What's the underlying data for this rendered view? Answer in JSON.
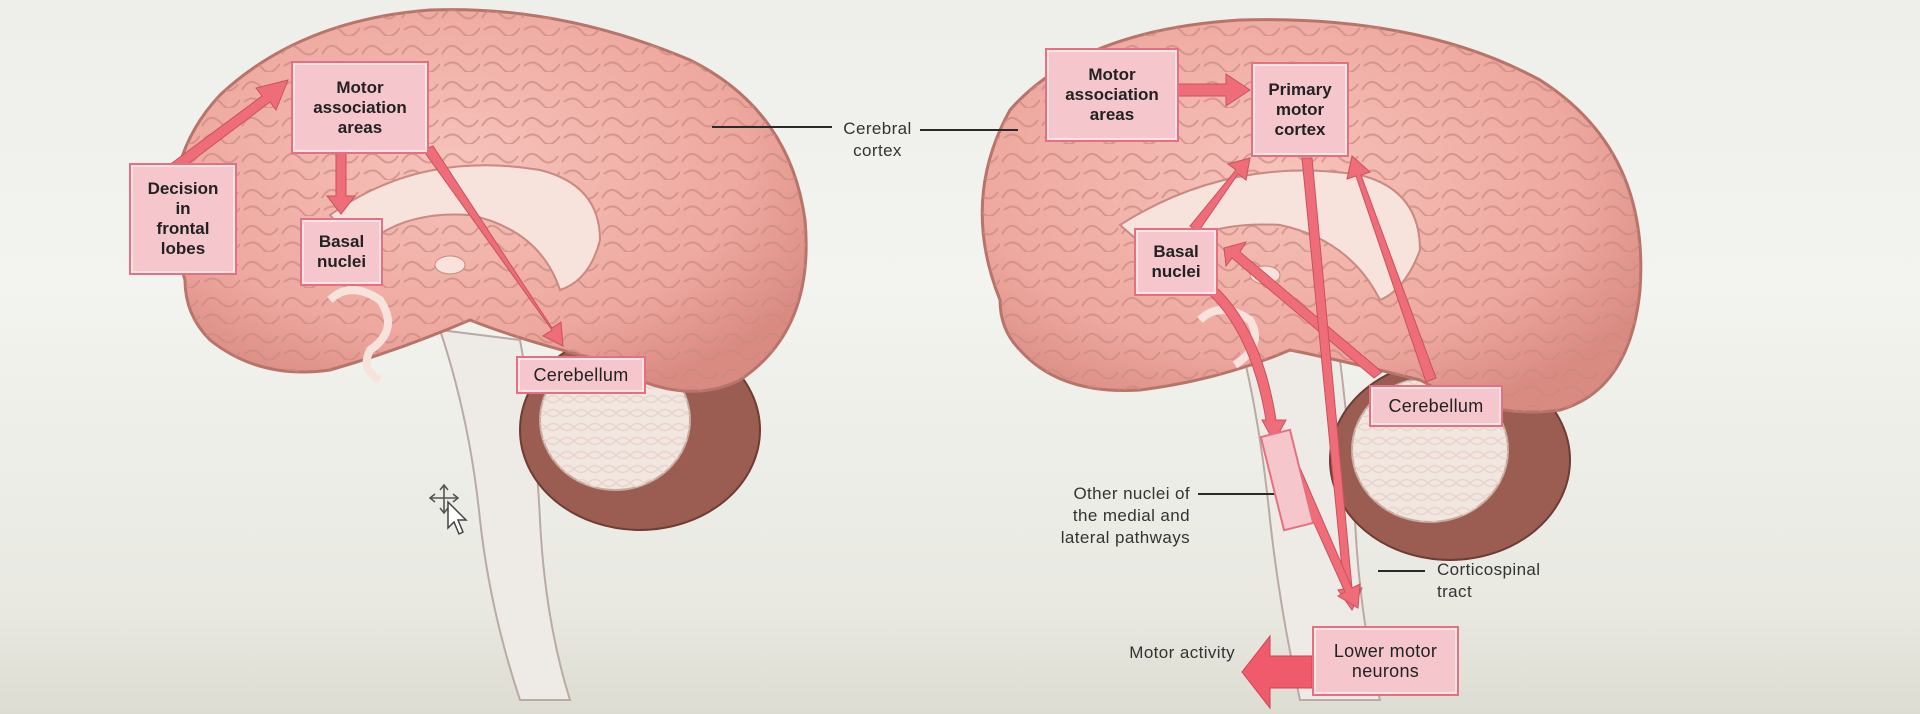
{
  "colors": {
    "arrow": "#ee6d79",
    "box_fill": "#f6c6cd",
    "box_border": "#e6707f",
    "brain": "#f1b3ab",
    "brain_dark": "#c07a70",
    "cerebellum": "#9a5a50"
  },
  "left": {
    "decision": [
      "Decision",
      "in",
      "frontal",
      "lobes"
    ],
    "motor_assoc": [
      "Motor",
      "association",
      "areas"
    ],
    "basal": [
      "Basal",
      "nuclei"
    ],
    "cerebellum": "Cerebellum"
  },
  "center": {
    "cerebral_cortex": [
      "Cerebral",
      "cortex"
    ]
  },
  "right": {
    "motor_assoc": [
      "Motor",
      "association",
      "areas"
    ],
    "primary": [
      "Primary",
      "motor",
      "cortex"
    ],
    "basal": [
      "Basal",
      "nuclei"
    ],
    "cerebellum": "Cerebellum",
    "other_nuclei": [
      "Other nuclei of",
      "the medial and",
      "lateral pathways"
    ],
    "corticospinal": [
      "Corticospinal",
      "tract"
    ],
    "motor_activity": "Motor activity",
    "lower_motor": [
      "Lower motor",
      "neurons"
    ]
  },
  "icons": {
    "cursor": "move-cursor-icon"
  }
}
